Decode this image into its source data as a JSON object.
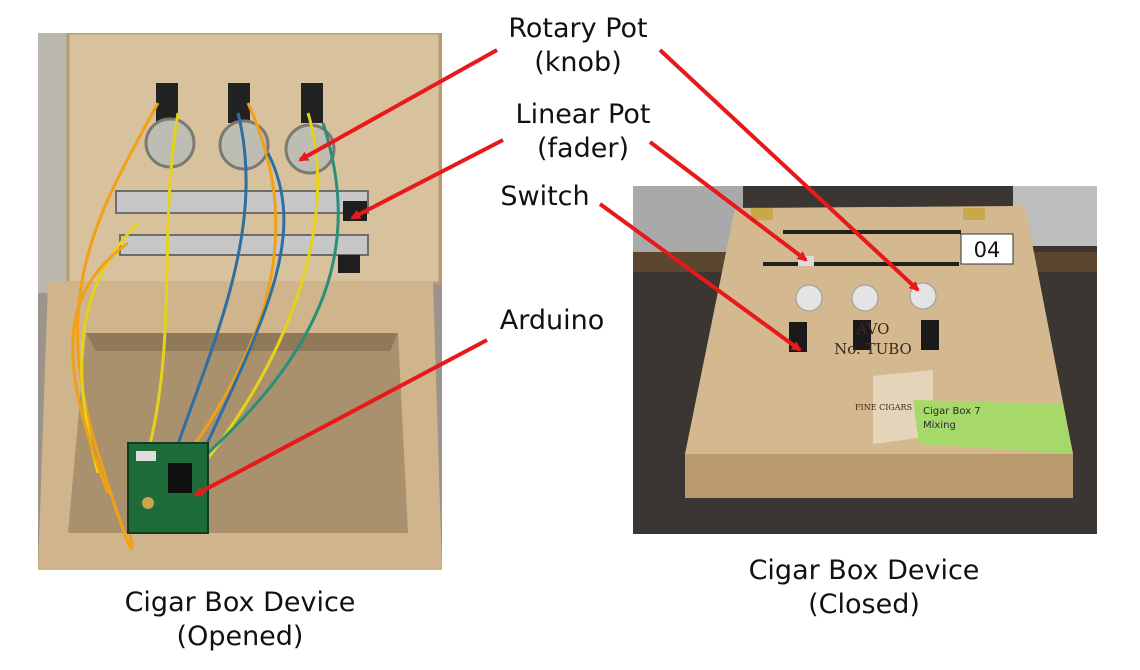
{
  "labels": {
    "rotary": {
      "line1": "Rotary Pot",
      "line2": "(knob)"
    },
    "linear": {
      "line1": "Linear Pot",
      "line2": "(fader)"
    },
    "switch": "Switch",
    "arduino": "Arduino"
  },
  "captions": {
    "opened": {
      "line1": "Cigar Box Device",
      "line2": "(Opened)"
    },
    "closed": {
      "line1": "Cigar Box Device",
      "line2": "(Closed)"
    }
  },
  "closed_box": {
    "number_tag": "04",
    "brand_lines": [
      "AVO",
      "No. TUBO"
    ],
    "tape_note": [
      "Cigar Box 7",
      "Mixing"
    ],
    "fine_cigars": "FINE CIGARS"
  },
  "colors": {
    "arrow": "#e8191a",
    "wood": "#cfb48c",
    "tape": "#a6d86a"
  }
}
